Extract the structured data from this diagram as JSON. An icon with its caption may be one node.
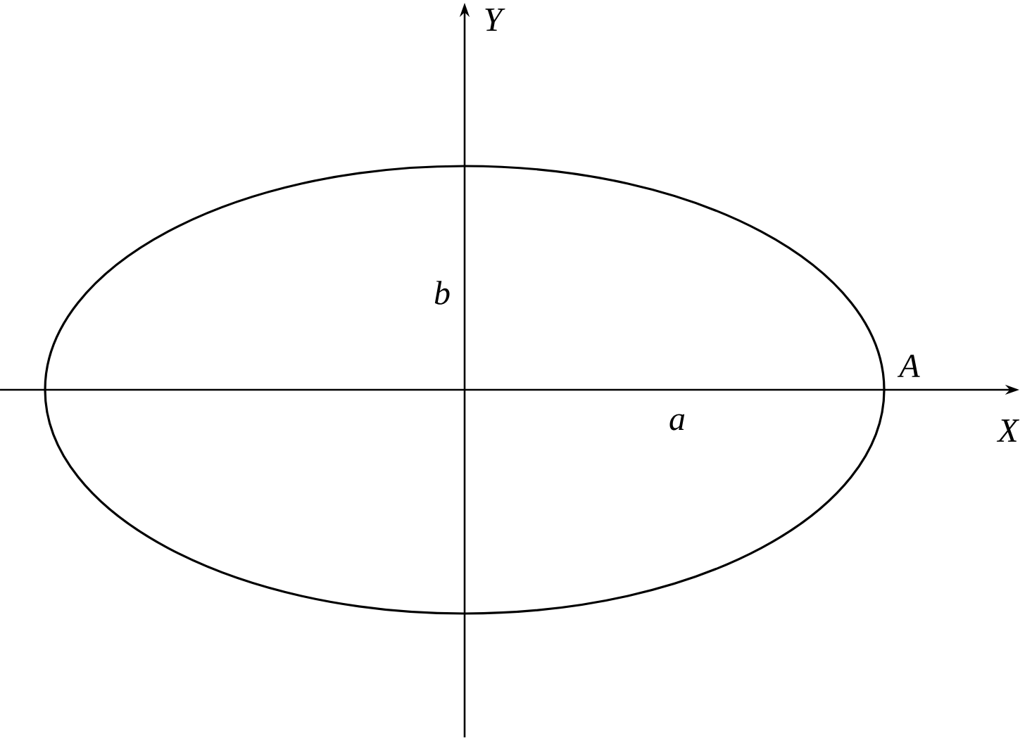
{
  "diagram": {
    "labels": [
      "Y",
      "b",
      "A",
      "a",
      "X"
    ]
  }
}
